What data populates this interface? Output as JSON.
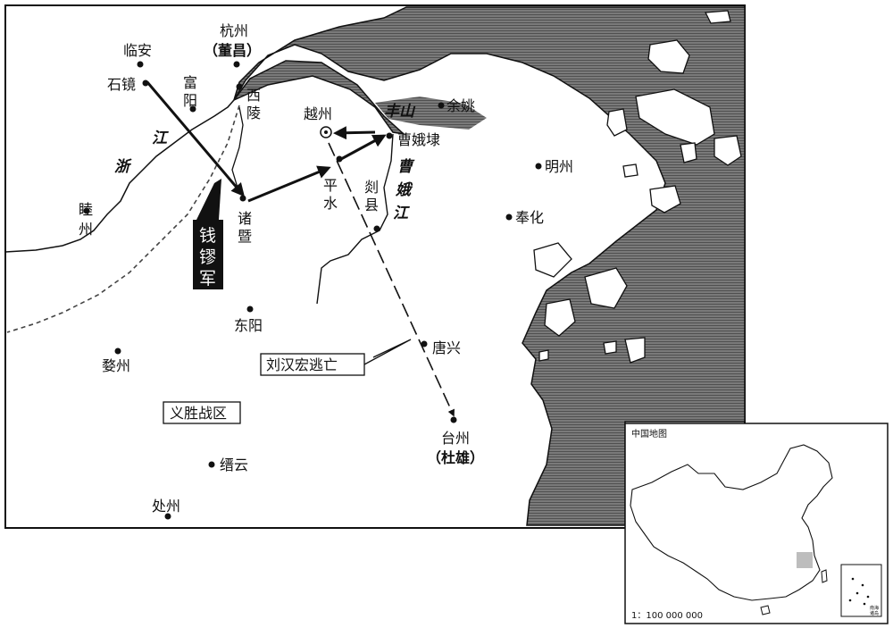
{
  "places": [
    {
      "id": "hangzhou",
      "name": "杭州",
      "sub": "（董昌）"
    },
    {
      "id": "linan",
      "name": "临安"
    },
    {
      "id": "shijing",
      "name": "石镜"
    },
    {
      "id": "fuyang",
      "name": "富阳"
    },
    {
      "id": "xiling",
      "name": "西陵"
    },
    {
      "id": "yuezhou",
      "name": "越州"
    },
    {
      "id": "fengshan",
      "name": "丰山"
    },
    {
      "id": "yuyao",
      "name": "余姚"
    },
    {
      "id": "caoedai",
      "name": "曹娥埭"
    },
    {
      "id": "mingzhou",
      "name": "明州"
    },
    {
      "id": "pingshui",
      "name": "平水"
    },
    {
      "id": "shanxian",
      "name": "剡县"
    },
    {
      "id": "fenghua",
      "name": "奉化"
    },
    {
      "id": "zhuji",
      "name": "诸暨"
    },
    {
      "id": "muzhou",
      "name": "睦州"
    },
    {
      "id": "dongyang",
      "name": "东阳"
    },
    {
      "id": "wuzhou",
      "name": "婺州"
    },
    {
      "id": "tangxing",
      "name": "唐兴"
    },
    {
      "id": "taizhou",
      "name": "台州",
      "sub": "（杜雄）"
    },
    {
      "id": "jinyun",
      "name": "缙云"
    },
    {
      "id": "chuzhou",
      "name": "处州"
    }
  ],
  "rivers": {
    "zhe1": "浙",
    "zhe2": "江",
    "cao1": "曹",
    "cao2": "娥",
    "cao3": "江"
  },
  "labels": {
    "army": [
      "钱",
      "镠",
      "军"
    ],
    "escape": "刘汉宏逃亡",
    "region": "义胜战区"
  },
  "inset": {
    "title": "中国地图",
    "scale": "1：100 000 000",
    "sea_label": [
      "南海",
      "诸岛"
    ]
  },
  "colors": {
    "sea": "#6e6e6e",
    "land": "#ffffff",
    "ink": "#111111",
    "highlight": "#bdbdbd"
  }
}
